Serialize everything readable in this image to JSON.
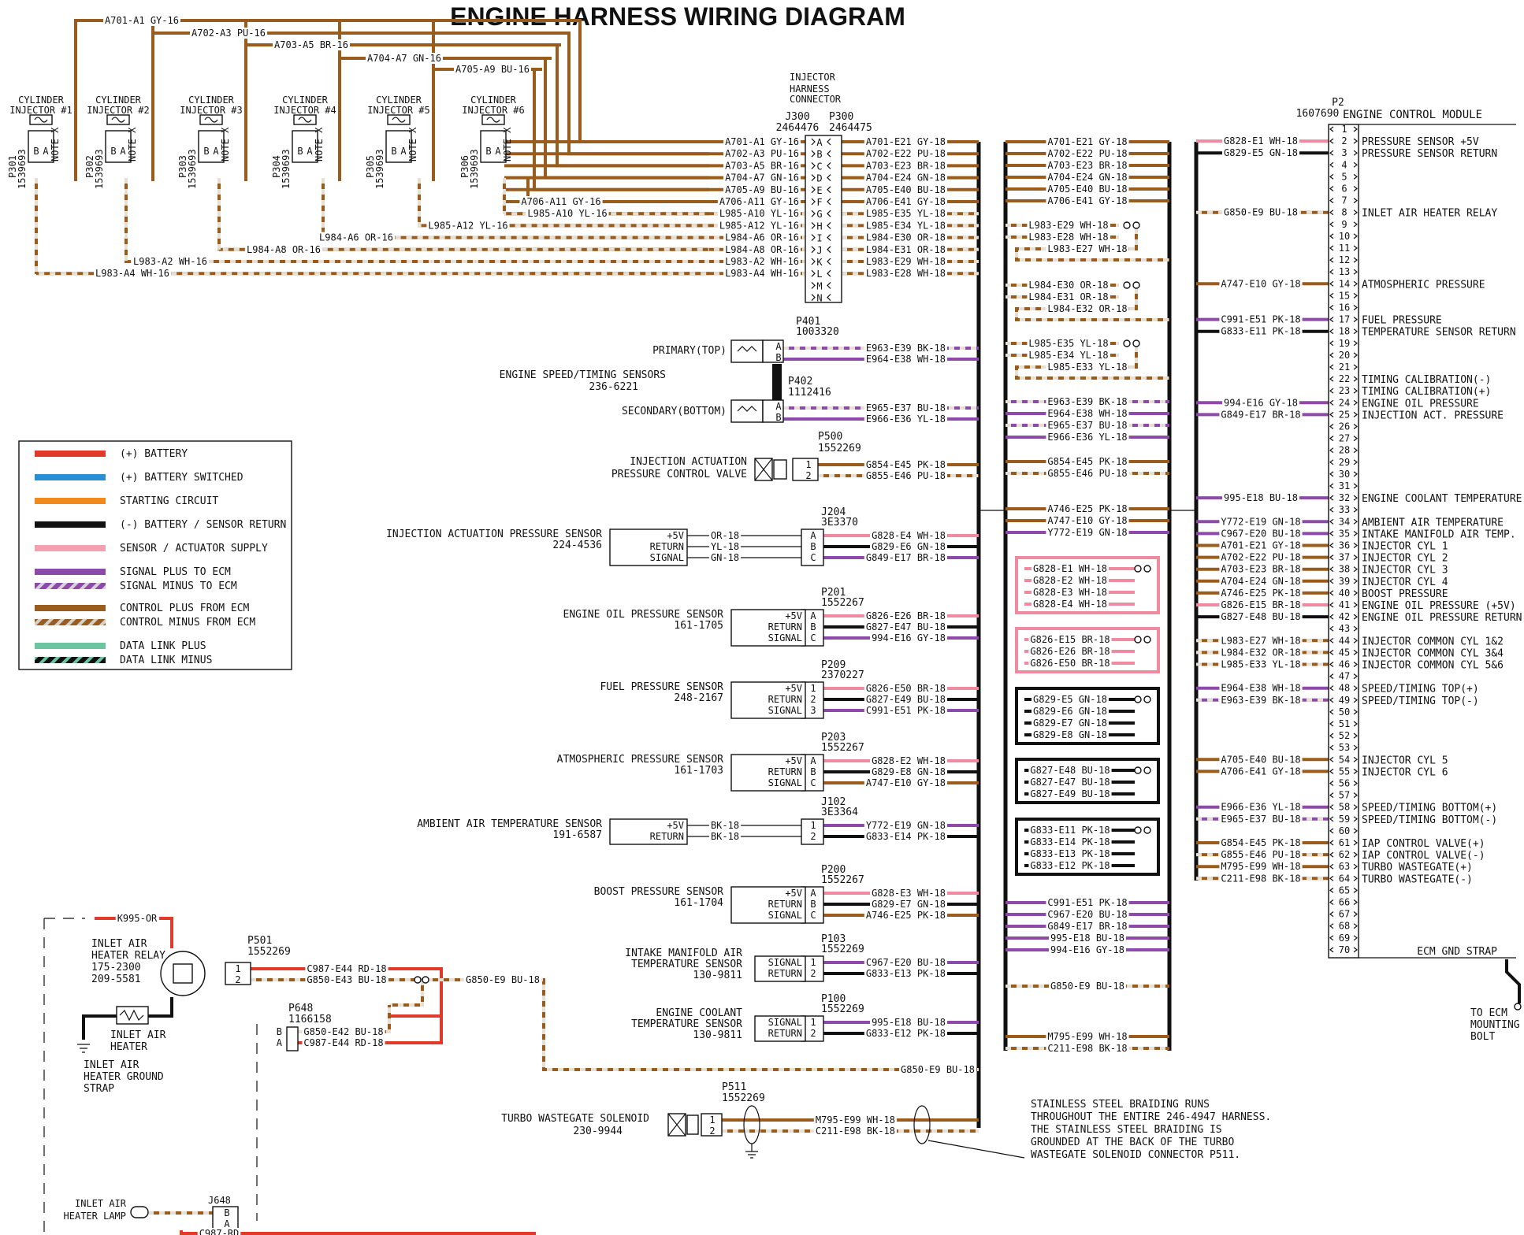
{
  "title": "ENGINE HARNESS WIRING DIAGRAM",
  "injector_connector": {
    "label": [
      "INJECTOR",
      "HARNESS",
      "CONNECTOR"
    ],
    "j300": "J300",
    "j300_pn": "2464476",
    "p300": "P300",
    "p300_pn": "2464475",
    "pins": [
      "A",
      "B",
      "C",
      "D",
      "E",
      "F",
      "G",
      "H",
      "I",
      "J",
      "K",
      "L",
      "M",
      "N"
    ],
    "left_wires": [
      "A701-A1 GY-16",
      "A702-A3 PU-16",
      "A703-A5 BR-16",
      "A704-A7 GN-16",
      "A705-A9 BU-16",
      "A706-A11 GY-16",
      "L985-A10 YL-16",
      "L985-A12 YL-16",
      "L984-A6 OR-16",
      "L984-A8 OR-16",
      "L983-A2 WH-16",
      "L983-A4 WH-16"
    ],
    "right_wires": [
      "A701-E21 GY-18",
      "A702-E22 PU-18",
      "A703-E23 BR-18",
      "A704-E24 GN-18",
      "A705-E40 BU-18",
      "A706-E41 GY-18",
      "L985-E35 YL-18",
      "L985-E34 YL-18",
      "L984-E30 OR-18",
      "L984-E31 OR-18",
      "L983-E29 WH-18",
      "L983-E28 WH-18"
    ]
  },
  "injectors": [
    {
      "name1": "CYLINDER",
      "name2": "INJECTOR #1",
      "conn": "P301",
      "pn": "1539693"
    },
    {
      "name1": "CYLINDER",
      "name2": "INJECTOR #2",
      "conn": "P302",
      "pn": "1539693"
    },
    {
      "name1": "CYLINDER",
      "name2": "INJECTOR #3",
      "conn": "P303",
      "pn": "1539693"
    },
    {
      "name1": "CYLINDER",
      "name2": "INJECTOR #4",
      "conn": "P304",
      "pn": "1539693"
    },
    {
      "name1": "CYLINDER",
      "name2": "INJECTOR #5",
      "conn": "P305",
      "pn": "1539693"
    },
    {
      "name1": "CYLINDER",
      "name2": "INJECTOR #6",
      "conn": "P306",
      "pn": "1539693"
    }
  ],
  "injector_pin_labels": [
    "B",
    "A",
    "NOTE X"
  ],
  "top_wires": [
    "A701-A1 GY-16",
    "A702-A3 PU-16",
    "A703-A5 BR-16",
    "A704-A7 GN-16",
    "A705-A9 BU-16",
    "A706-A11 GY-16",
    "L985-A10 YL-16",
    "L985-A12 YL-16",
    "L984-A6 OR-16",
    "L984-A8 OR-16",
    "L983-A2 WH-16",
    "L983-A4 WH-16"
  ],
  "speed_timing": {
    "title1": "ENGINE SPEED/TIMING SENSORS",
    "title2": "236-6221",
    "primary": "PRIMARY(TOP)",
    "secondary": "SECONDARY(BOTTOM)",
    "p401": "P401",
    "p401_pn": "1003320",
    "p402": "P402",
    "p402_pn": "1112416",
    "pins": [
      "A",
      "B"
    ],
    "wires": [
      "E963-E39 BK-18",
      "E964-E38 WH-18",
      "E965-E37 BU-18",
      "E966-E36 YL-18"
    ]
  },
  "sensors": [
    {
      "key": "p500",
      "name": [
        "INJECTION ACTUATION",
        "PRESSURE CONTROL VALVE"
      ],
      "conn": "P500",
      "pn": "1552269",
      "pins": [
        "1",
        "2"
      ],
      "wires": [
        "G854-E45 PK-18",
        "G855-E46 PU-18"
      ]
    },
    {
      "key": "j204",
      "name": [
        "INJECTION ACTUATION PRESSURE SENSOR",
        "224-4536"
      ],
      "conn": "J204",
      "pn": "3E3370",
      "pins": [
        "A",
        "B",
        "C"
      ],
      "terms": [
        "+5V",
        "RETURN",
        "SIGNAL"
      ],
      "left": [
        "OR-18",
        "YL-18",
        "GN-18"
      ],
      "wires": [
        "G828-E4 WH-18",
        "G829-E6 GN-18",
        "G849-E17 BR-18"
      ]
    },
    {
      "key": "p201",
      "name": [
        "ENGINE OIL PRESSURE SENSOR",
        "161-1705"
      ],
      "conn": "P201",
      "pn": "1552267",
      "pins": [
        "A",
        "B",
        "C"
      ],
      "terms": [
        "+5V",
        "RETURN",
        "SIGNAL"
      ],
      "wires": [
        "G826-E26 BR-18",
        "G827-E47 BU-18",
        "994-E16 GY-18"
      ]
    },
    {
      "key": "p209",
      "name": [
        "FUEL PRESSURE SENSOR",
        "248-2167"
      ],
      "conn": "P209",
      "pn": "2370227",
      "pins": [
        "1",
        "2",
        "3"
      ],
      "terms": [
        "+5V",
        "RETURN",
        "SIGNAL"
      ],
      "wires": [
        "G826-E50 BR-18",
        "G827-E49 BU-18",
        "C991-E51 PK-18"
      ]
    },
    {
      "key": "p203",
      "name": [
        "ATMOSPHERIC PRESSURE SENSOR",
        "161-1703"
      ],
      "conn": "P203",
      "pn": "1552267",
      "pins": [
        "A",
        "B",
        "C"
      ],
      "terms": [
        "+5V",
        "RETURN",
        "SIGNAL"
      ],
      "wires": [
        "G828-E2 WH-18",
        "G829-E8 GN-18",
        "A747-E10 GY-18"
      ]
    },
    {
      "key": "j102",
      "name": [
        "AMBIENT AIR TEMPERATURE SENSOR",
        "191-6587"
      ],
      "conn": "J102",
      "pn": "3E3364",
      "pins": [
        "1",
        "2"
      ],
      "terms": [
        "+5V",
        "RETURN"
      ],
      "left": [
        "BK-18",
        "BK-18"
      ],
      "wires": [
        "Y772-E19 GN-18",
        "G833-E14 PK-18"
      ]
    },
    {
      "key": "p200",
      "name": [
        "BOOST PRESSURE SENSOR",
        "161-1704"
      ],
      "conn": "P200",
      "pn": "1552267",
      "pins": [
        "A",
        "B",
        "C"
      ],
      "terms": [
        "+5V",
        "RETURN",
        "SIGNAL"
      ],
      "wires": [
        "G828-E3 WH-18",
        "G829-E7 GN-18",
        "A746-E25 PK-18"
      ]
    },
    {
      "key": "p103",
      "name": [
        "INTAKE MANIFOLD AIR",
        "TEMPERATURE SENSOR",
        "130-9811"
      ],
      "conn": "P103",
      "pn": "1552269",
      "pins": [
        "1",
        "2"
      ],
      "terms": [
        "SIGNAL",
        "RETURN"
      ],
      "wires": [
        "C967-E20 BU-18",
        "G833-E13 PK-18"
      ]
    },
    {
      "key": "p100",
      "name": [
        "ENGINE COOLANT",
        "TEMPERATURE SENSOR",
        "130-9811"
      ],
      "conn": "P100",
      "pn": "1552269",
      "pins": [
        "1",
        "2"
      ],
      "terms": [
        "SIGNAL",
        "RETURN"
      ],
      "wires": [
        "995-E18 BU-18",
        "G833-E12 PK-18"
      ]
    }
  ],
  "wastegate": {
    "name": [
      "TURBO WASTEGATE SOLENOID",
      "230-9944"
    ],
    "conn": "P511",
    "pn": "1552269",
    "pins": [
      "1",
      "2"
    ],
    "wires": [
      "M795-E99 WH-18",
      "C211-E98 BK-18"
    ]
  },
  "braid_note": [
    "STAINLESS STEEL BRAIDING RUNS",
    "THROUGHOUT THE ENTIRE 246-4947 HARNESS.",
    "THE STAINLESS STEEL BRAIDING IS",
    "GROUNDED AT THE BACK OF THE TURBO",
    "WASTEGATE SOLENOID CONNECTOR P511."
  ],
  "inlet_heater": {
    "relay": [
      "INLET AIR",
      "HEATER RELAY",
      "175-2300",
      "209-5581"
    ],
    "heater": [
      "INLET AIR",
      "HEATER"
    ],
    "ground": [
      "INLET AIR",
      "HEATER GROUND",
      "STRAP"
    ],
    "k_wire": "K995-OR",
    "p501": "P501",
    "p501_pn": "1552269",
    "p501_wires": [
      "C987-E44 RD-18",
      "G850-E43 BU-18"
    ],
    "g850_e9": "G850-E9 BU-18",
    "p648": "P648",
    "p648_pn": "1166158",
    "p648_pins": [
      "B",
      "A"
    ],
    "p648_wires": [
      "G850-E42 BU-18",
      "C987-E44 RD-18"
    ],
    "lamp": [
      "INLET AIR",
      "HEATER LAMP"
    ],
    "j648": "J648",
    "j648_pins": [
      "B",
      "A"
    ],
    "bottom_wire": "C987-RD"
  },
  "splice_column": {
    "injector": [
      "A701-E21 GY-18",
      "A702-E22 PU-18",
      "A703-E23 BR-18",
      "A704-E24 GN-18",
      "A705-E40 BU-18",
      "A706-E41 GY-18"
    ],
    "s983": [
      "L983-E29 WH-18",
      "L983-E28 WH-18",
      "L983-E27 WH-18"
    ],
    "s984": [
      "L984-E30 OR-18",
      "L984-E31 OR-18",
      "L984-E32 OR-18"
    ],
    "s985": [
      "L985-E35 YL-18",
      "L985-E34 YL-18",
      "L985-E33 YL-18"
    ],
    "speed": [
      "E963-E39 BK-18",
      "E964-E38 WH-18",
      "E965-E37 BU-18",
      "E966-E36 YL-18"
    ],
    "iap": [
      "G854-E45 PK-18",
      "G855-E46 PU-18"
    ],
    "misc": [
      "A746-E25 PK-18",
      "A747-E10 GY-18",
      "Y772-E19 GN-18"
    ],
    "s828": [
      "G828-E1 WH-18",
      "G828-E2 WH-18",
      "G828-E3 WH-18",
      "G828-E4 WH-18"
    ],
    "s826": [
      "G826-E15 BR-18",
      "G826-E26 BR-18",
      "G826-E50 BR-18"
    ],
    "s829": [
      "G829-E5 GN-18",
      "G829-E6 GN-18",
      "G829-E7 GN-18",
      "G829-E8 GN-18"
    ],
    "s827": [
      "G827-E48 BU-18",
      "G827-E47 BU-18",
      "G827-E49 BU-18"
    ],
    "s833": [
      "G833-E11 PK-18",
      "G833-E14 PK-18",
      "G833-E13 PK-18",
      "G833-E12 PK-18"
    ],
    "sig": [
      "C991-E51 PK-18",
      "C967-E20 BU-18",
      "G849-E17 BR-18",
      "995-E18 BU-18",
      "994-E16 GY-18"
    ],
    "g850": "G850-E9 BU-18",
    "wg": [
      "M795-E99 WH-18",
      "C211-E98 BK-18"
    ]
  },
  "ecm": {
    "title": "ENGINE CONTROL MODULE",
    "conn": "P2",
    "pn": "1607690",
    "functions": {
      "1": "",
      "2": "PRESSURE SENSOR +5V",
      "3": "PRESSURE SENSOR RETURN",
      "8": "INLET AIR HEATER RELAY",
      "14": "ATMOSPHERIC PRESSURE",
      "17": "FUEL PRESSURE",
      "18": "TEMPERATURE SENSOR RETURN",
      "22": "TIMING CALIBRATION(-)",
      "23": "TIMING CALIBRATION(+)",
      "24": "ENGINE OIL PRESSURE",
      "25": "INJECTION ACT. PRESSURE",
      "32": "ENGINE COOLANT TEMPERATURE",
      "34": "AMBIENT AIR TEMPERATURE",
      "35": "INTAKE MANIFOLD AIR TEMP.",
      "36": "INJECTOR CYL 1",
      "37": "INJECTOR CYL 2",
      "38": "INJECTOR CYL 3",
      "39": "INJECTOR CYL 4",
      "40": "BOOST PRESSURE",
      "41": "ENGINE OIL PRESSURE (+5V)",
      "42": "ENGINE OIL PRESSURE RETURN",
      "44": "INJECTOR COMMON CYL 1&2",
      "45": "INJECTOR COMMON CYL 3&4",
      "46": "INJECTOR COMMON CYL 5&6",
      "48": "SPEED/TIMING TOP(+)",
      "49": "SPEED/TIMING TOP(-)",
      "54": "INJECTOR CYL 5",
      "55": "INJECTOR CYL 6",
      "58": "SPEED/TIMING BOTTOM(+)",
      "59": "SPEED/TIMING BOTTOM(-)",
      "61": "IAP CONTROL VALVE(+)",
      "62": "IAP CONTROL VALVE(-)",
      "63": "TURBO WASTEGATE(+)",
      "64": "TURBO WASTEGATE(-)"
    },
    "wires": {
      "2": "G828-E1 WH-18",
      "3": "G829-E5 GN-18",
      "8": "G850-E9 BU-18",
      "14": "A747-E10 GY-18",
      "17": "C991-E51 PK-18",
      "18": "G833-E11 PK-18",
      "24": "994-E16 GY-18",
      "25": "G849-E17 BR-18",
      "32": "995-E18 BU-18",
      "34": "Y772-E19 GN-18",
      "35": "C967-E20 BU-18",
      "36": "A701-E21 GY-18",
      "37": "A702-E22 PU-18",
      "38": "A703-E23 BR-18",
      "39": "A704-E24 GN-18",
      "40": "A746-E25 PK-18",
      "41": "G826-E15 BR-18",
      "42": "G827-E48 BU-18",
      "44": "L983-E27 WH-18",
      "45": "L984-E32 OR-18",
      "46": "L985-E33 YL-18",
      "48": "E964-E38 WH-18",
      "49": "E963-E39 BK-18",
      "54": "A705-E40 BU-18",
      "55": "A706-E41 GY-18",
      "58": "E966-E36 YL-18",
      "59": "E965-E37 BU-18",
      "61": "G854-E45 PK-18",
      "62": "G855-E46 PU-18",
      "63": "M795-E99 WH-18",
      "64": "C211-E98 BK-18"
    },
    "gnd_strap": "ECM GND STRAP",
    "to_ecm": [
      "TO ECM",
      "MOUNTING",
      "BOLT"
    ]
  },
  "legend": [
    {
      "label": "(+) BATTERY",
      "color": "#e03a2a",
      "style": "solid"
    },
    {
      "label": "(+) BATTERY SWITCHED",
      "color": "#2a8fd0",
      "style": "solid"
    },
    {
      "label": "STARTING CIRCUIT",
      "color": "#f08a1c",
      "style": "solid"
    },
    {
      "label": "(-) BATTERY / SENSOR RETURN",
      "color": "#111111",
      "style": "solid"
    },
    {
      "label": "SENSOR / ACTUATOR SUPPLY",
      "color": "#f4a0b0",
      "style": "solid"
    },
    {
      "label": "SIGNAL PLUS TO ECM",
      "color": "#8e4aa8",
      "style": "solid"
    },
    {
      "label": "SIGNAL MINUS TO ECM",
      "color": "#8e4aa8",
      "style": "striped"
    },
    {
      "label": "CONTROL PLUS FROM ECM",
      "color": "#9a5c1c",
      "style": "solid"
    },
    {
      "label": "CONTROL MINUS FROM ECM",
      "color": "#9a5c1c",
      "style": "striped"
    },
    {
      "label": "DATA LINK PLUS",
      "color": "#6cc4a0",
      "style": "solid"
    },
    {
      "label": "DATA LINK MINUS",
      "color": "#111111",
      "style": "striped-green"
    }
  ]
}
